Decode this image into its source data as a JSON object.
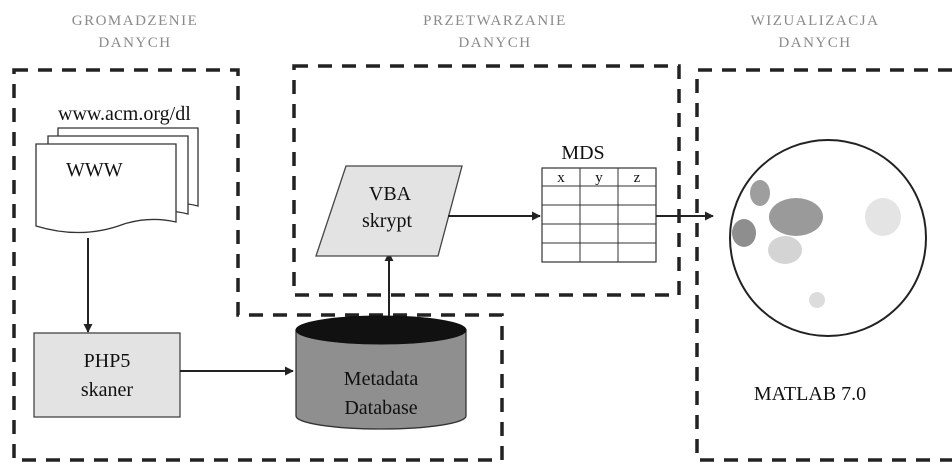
{
  "sections": {
    "gathering": {
      "line1": "GROMADZENIE",
      "line2": "DANYCH"
    },
    "processing": {
      "line1": "PRZETWARZANIE",
      "line2": "DANYCH"
    },
    "visualization": {
      "line1": "WIZUALIZACJA",
      "line2": "DANYCH"
    }
  },
  "source": {
    "url": "www.acm.org/dl",
    "doc_label": "WWW"
  },
  "scanner": {
    "line1": "PHP5",
    "line2": "skaner"
  },
  "database": {
    "line1": "Metadata",
    "line2": "Database"
  },
  "script": {
    "line1": "VBA",
    "line2": "skrypt"
  },
  "mds": {
    "title": "MDS",
    "columns": [
      "x",
      "y",
      "z"
    ]
  },
  "matlab": {
    "label": "MATLAB 7.0"
  },
  "colors": {
    "dashed_border": "#222222",
    "box_fill": "#e3e3e3",
    "db_body": "#8f8f8f",
    "db_top": "#111111",
    "header_text": "#8a8a8a"
  }
}
